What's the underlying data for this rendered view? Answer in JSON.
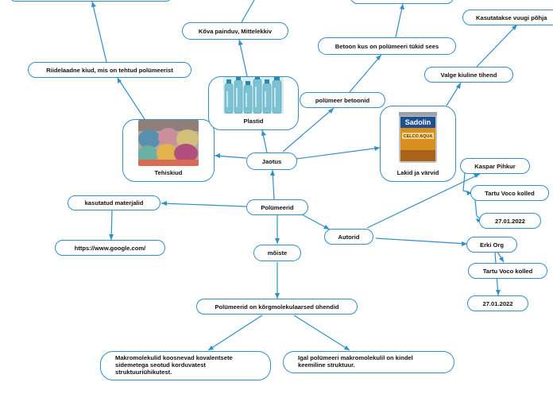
{
  "root": {
    "label": "Polümeerid"
  },
  "nodes": {
    "jaotus": "Jaotus",
    "tehiskiud": "Tehiskiud",
    "riidelaadne": "Riidelaadne kiud, mis on tehtud polümeerist",
    "plastid": "Plastid",
    "kova": "Kõva painduv, Mittelekkiv",
    "betoon": "polümeer betoonid",
    "betoon_kus": "Betoon kus on polümeeri tükid sees",
    "lakid": "Lakid ja värvid",
    "valge": "Valge kiuline tihend",
    "kasutatakse": "Kasutatakse vuugi põhja",
    "materjalid": "kasutatud materjalid",
    "google": "https://www.google.com/",
    "moiste": "mõiste",
    "korgmol": "Polümeerid on kõrgmolekulaarsed ühendid",
    "makro": "Makromolekulid koosnevad kovalentsete sidemetega seotud korduvatest struktuuriühikutest.",
    "igal": "Igal polümeeri makromolekulil on kindel keemiline struktuur.",
    "autorid": "Autorid",
    "kaspar": "Kaspar Pihkur",
    "tartu1": "Tartu Voco kolled",
    "date1": "27.01.2022",
    "erki": "Erki Org",
    "tartu2": "Tartu Voco kolled",
    "date2": "27.01.2022"
  },
  "images": {
    "paint_brand": "Sadolin",
    "paint_product": "CELCO AQUA"
  },
  "colors": {
    "line": "#2f8fc7",
    "node_border": "#2f8fc7",
    "text": "#111111"
  }
}
